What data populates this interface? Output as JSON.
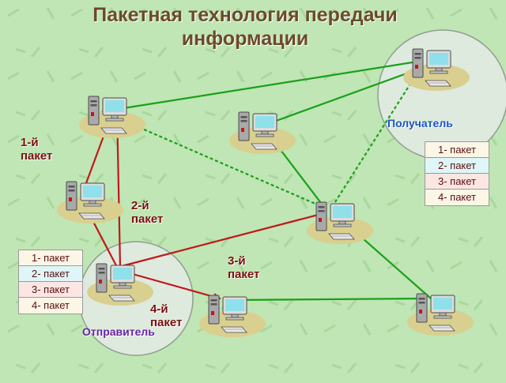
{
  "title": "Пакетная технология передачи информации",
  "labels": {
    "packet1": "1-й пакет",
    "packet2": "2-й пакет",
    "packet3": "3-й пакет",
    "packet4": "4-й пакет",
    "receiver": "Получатель",
    "sender": "Отправитель"
  },
  "receiver_packets": [
    "1- пакет",
    "2- пакет",
    "3- пакет",
    "4- пакет"
  ],
  "sender_packets": [
    "1- пакет",
    "2- пакет",
    "3- пакет",
    "4- пакет"
  ],
  "colors": {
    "background": "#bfe6b4",
    "link_green": "#1aa01a",
    "link_red": "#c21818",
    "receiver_text": "#1a56c8",
    "sender_text": "#6a22a8",
    "title_text": "#6b4a2a"
  },
  "icons": {
    "computer": "desktop-computer-icon"
  }
}
